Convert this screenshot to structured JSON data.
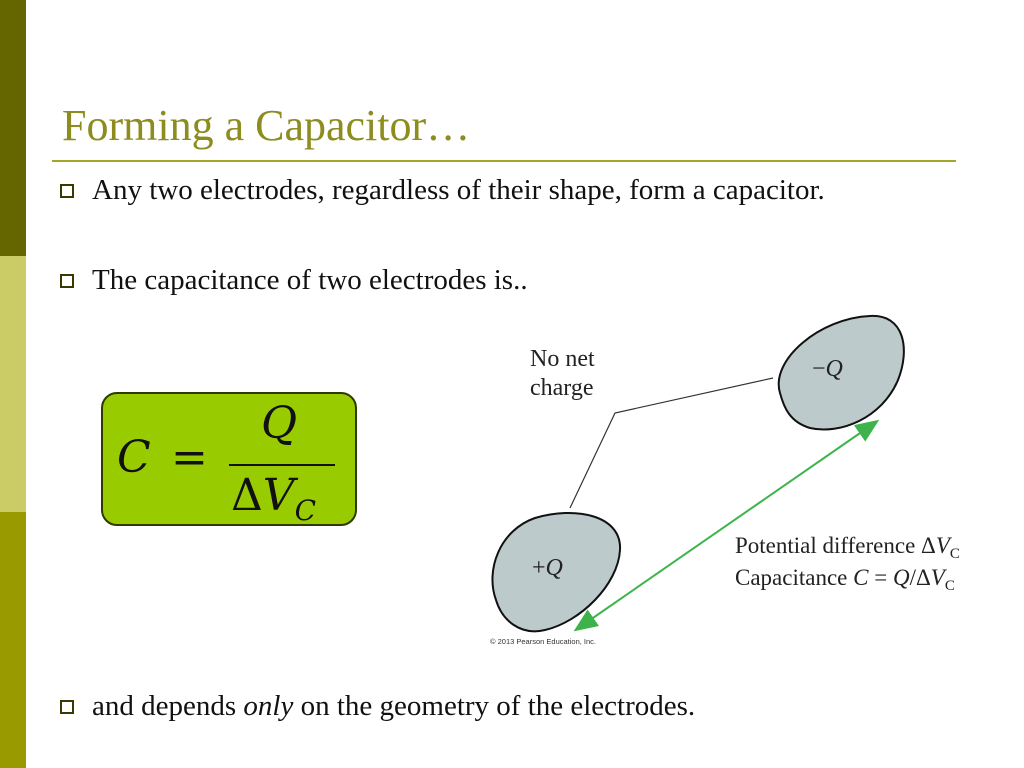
{
  "slide": {
    "title": "Forming a Capacitor…",
    "bullets": [
      "Any two electrodes, regardless of their shape, form a capacitor.",
      "The capacitance of two electrodes is..",
      "and depends only on the geometry of the electrodes."
    ],
    "bullet3": {
      "before": "and depends ",
      "emph": "only",
      "after": " on the geometry of the electrodes."
    }
  },
  "formula": {
    "lhs": "C",
    "eq": "=",
    "numerator": "Q",
    "den_delta": "Δ",
    "den_var": "V",
    "den_sub": "C"
  },
  "diagram": {
    "no_net_line1": "No net",
    "no_net_line2": "charge",
    "neg_sign": "−",
    "neg_var": "Q",
    "pos_sign": "+",
    "pos_var": "Q",
    "pd_text": "Potential difference Δ",
    "pd_var": "V",
    "pd_sub": "C",
    "cap_text": "Capacitance ",
    "cap_var_c": "C",
    "cap_eq": " = ",
    "cap_var_q": "Q",
    "cap_div": "/Δ",
    "cap_var_v": "V",
    "cap_sub": "C",
    "copyright": "© 2013 Pearson Education, Inc."
  },
  "colors": {
    "title": "#8c8c1f",
    "formula_bg": "#99cc00",
    "electrode": "#bccacb",
    "arrow": "#3cb44b"
  }
}
